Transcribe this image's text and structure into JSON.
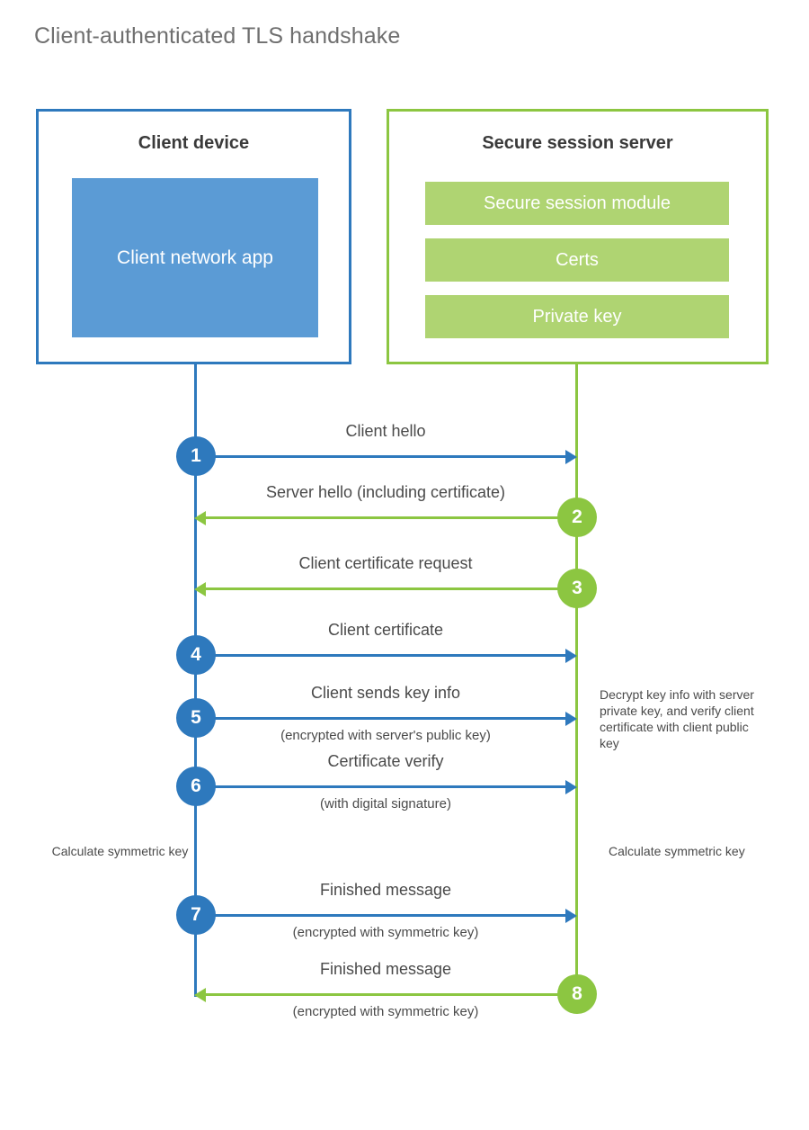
{
  "title": "Client-authenticated TLS handshake",
  "colors": {
    "client_accent": "#2e79bd",
    "client_fill": "#5b9bd5",
    "server_accent": "#8cc641",
    "server_fill": "#afd472",
    "text": "#4a4a4a",
    "title_text": "#6f6f6f"
  },
  "actors": {
    "client": {
      "title": "Client device",
      "app_label": "Client network app"
    },
    "server": {
      "title": "Secure session server",
      "modules": [
        "Secure session module",
        "Certs",
        "Private key"
      ]
    }
  },
  "messages": [
    {
      "step": "1",
      "label": "Client hello",
      "sublabel": "",
      "direction": "right",
      "color": "blue"
    },
    {
      "step": "2",
      "label": "Server hello (including certificate)",
      "sublabel": "",
      "direction": "left",
      "color": "green"
    },
    {
      "step": "3",
      "label": "Client certificate request",
      "sublabel": "",
      "direction": "left",
      "color": "green"
    },
    {
      "step": "4",
      "label": "Client certificate",
      "sublabel": "",
      "direction": "right",
      "color": "blue"
    },
    {
      "step": "5",
      "label": "Client sends key info",
      "sublabel": "(encrypted with server's public key)",
      "direction": "right",
      "color": "blue"
    },
    {
      "step": "6",
      "label": "Certificate verify",
      "sublabel": "(with digital signature)",
      "direction": "right",
      "color": "blue"
    },
    {
      "step": "7",
      "label": "Finished message",
      "sublabel": "(encrypted with symmetric key)",
      "direction": "right",
      "color": "blue"
    },
    {
      "step": "8",
      "label": "Finished message",
      "sublabel": "(encrypted with symmetric key)",
      "direction": "left",
      "color": "green"
    }
  ],
  "notes": {
    "server_decrypt": "Decrypt key info with server private key, and verify client certificate with client public key",
    "client_calculate": "Calculate symmetric key",
    "server_calculate": "Calculate symmetric key"
  }
}
